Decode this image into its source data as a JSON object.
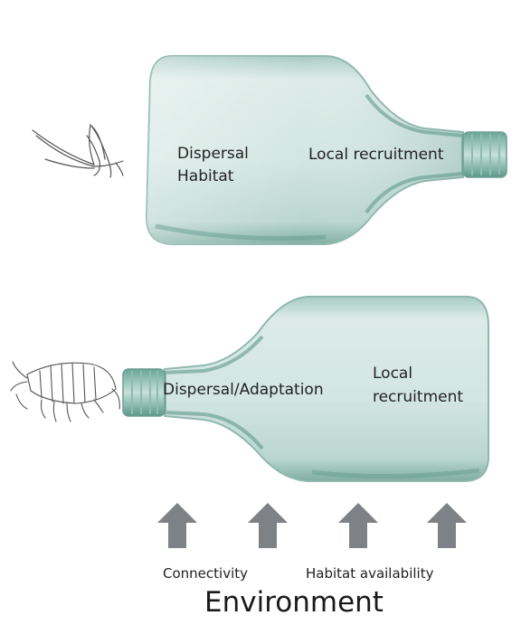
{
  "top_bottle": {
    "wide_label_line1": "Dispersal",
    "wide_label_line2": "Habitat",
    "neck_label": "Local recruitment"
  },
  "bottom_bottle": {
    "neck_label": "Dispersal/Adaptation",
    "wide_label_line1": "Local",
    "wide_label_line2": "recruitment"
  },
  "arrows": {
    "count": 4,
    "color": "#7e8186"
  },
  "labels": {
    "connectivity": "Connectivity",
    "habitat_availability": "Habitat availability",
    "environment": "Environment"
  },
  "colors": {
    "glass": "#cfe3de",
    "glass_edge": "#8fb8ae",
    "glass_shadow": "#5f9a8b",
    "insect_stroke": "#555555"
  }
}
